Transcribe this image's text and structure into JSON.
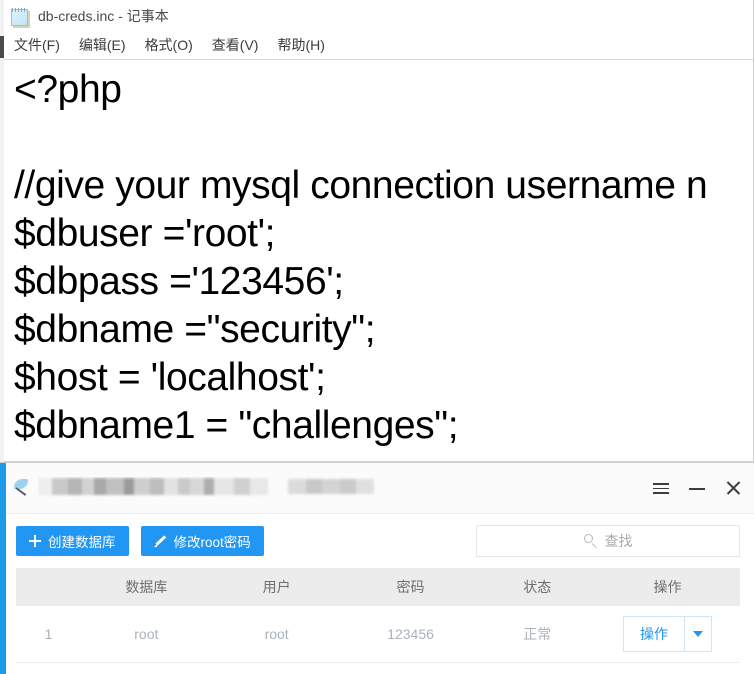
{
  "notepad": {
    "title": "db-creds.inc - 记事本",
    "icon": "notepad-icon",
    "menu": [
      {
        "label": "文件(F)"
      },
      {
        "label": "编辑(E)"
      },
      {
        "label": "格式(O)"
      },
      {
        "label": "查看(V)"
      },
      {
        "label": "帮助(H)"
      }
    ],
    "content": "<?php\n\n//give your mysql connection username n\n$dbuser ='root';\n$dbpass ='123456';\n$dbname =\"security\";\n$host = 'localhost';\n$dbname1 = \"challenges\";"
  },
  "dbwindow": {
    "title_redacted": true,
    "window_buttons": [
      {
        "name": "menu-icon",
        "glyph": "≡"
      },
      {
        "name": "minimize-icon",
        "glyph": "−"
      },
      {
        "name": "close-icon",
        "glyph": "✕"
      }
    ],
    "toolbar": {
      "create_db_label": "创建数据库",
      "change_root_password_label": "修改root密码",
      "search_placeholder": "查找"
    },
    "table": {
      "headers": [
        "",
        "数据库",
        "用户",
        "密码",
        "状态",
        "操作"
      ],
      "rows": [
        {
          "index": "1",
          "database": "root",
          "user": "root",
          "password": "123456",
          "status": "正常",
          "action_label": "操作"
        }
      ]
    },
    "colors": {
      "accent": "#1e9ae8",
      "button_blue": "#2196f3",
      "header_bg": "#ececec"
    }
  }
}
